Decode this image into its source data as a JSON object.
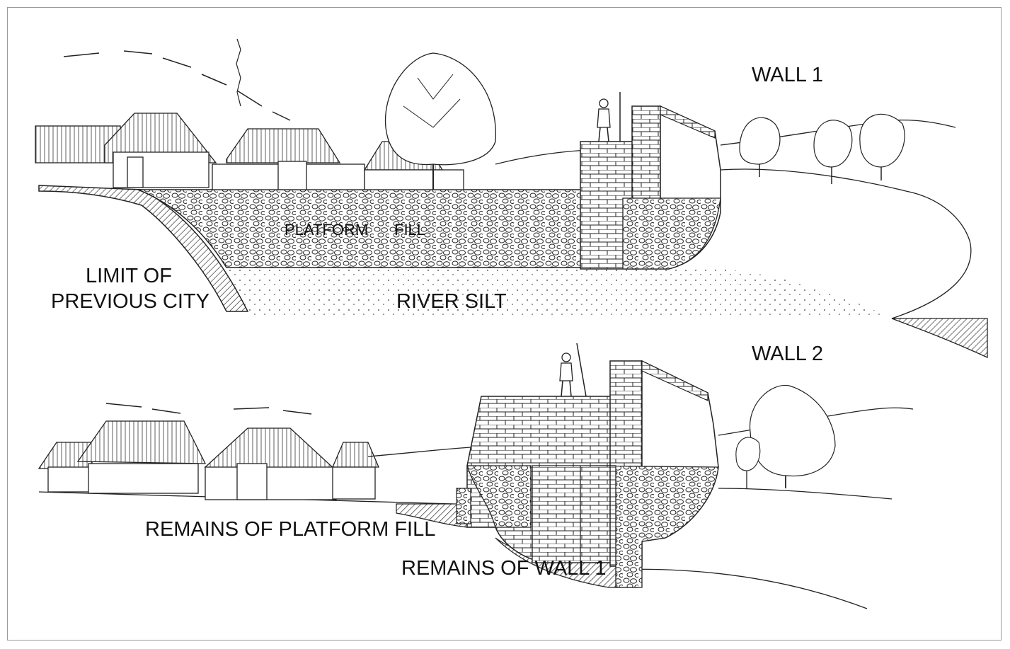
{
  "labels": {
    "wall1": "WALL 1",
    "wall2": "WALL 2",
    "limit_line1": "LIMIT OF",
    "limit_line2": "PREVIOUS CITY",
    "platform": "PLATFORM",
    "fill": "FILL",
    "river_silt": "RIVER SILT",
    "remains_platform_fill": "REMAINS OF PLATFORM FILL",
    "remains_wall1": "REMAINS OF WALL 1"
  },
  "colors": {
    "ink": "#111111",
    "paper": "#ffffff",
    "frame": "#9a9a9a"
  }
}
